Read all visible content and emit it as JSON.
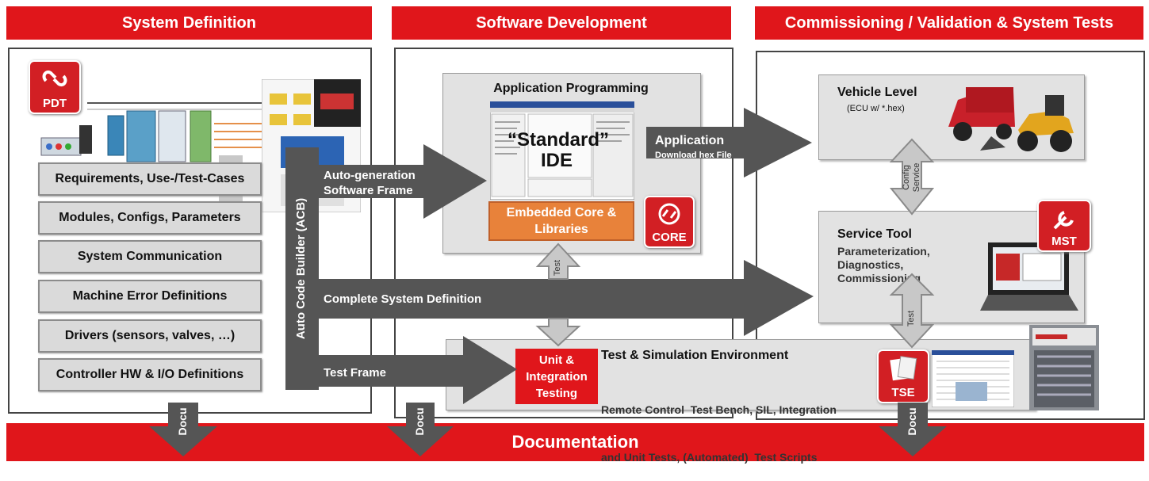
{
  "headers": {
    "system_definition": "System Definition",
    "software_development": "Software Development",
    "commissioning": "Commissioning / Validation & System Tests",
    "documentation": "Documentation"
  },
  "system_rows": [
    "Requirements, Use-/Test-Cases",
    "Modules, Configs, Parameters",
    "System Communication",
    "Machine Error Definitions",
    "Drivers (sensors, valves, …)",
    "Controller HW & I/O Definitions"
  ],
  "badges": {
    "pdt": "PDT",
    "core": "CORE",
    "mst": "MST",
    "tse": "TSE"
  },
  "acb_label": "Auto Code Builder (ACB)",
  "app_programming": {
    "title": "Application Programming",
    "ide_line1": "“Standard”",
    "ide_line2": "IDE",
    "core_box_line1": "Embedded Core &",
    "core_box_line2": "Libraries"
  },
  "arrows": {
    "auto_gen_line1": "Auto-generation",
    "auto_gen_line2": "Software Frame",
    "application_title": "Application",
    "application_sub": "Download hex File",
    "complete_def": "Complete System Definition",
    "test_frame": "Test Frame",
    "test": "Test",
    "test2": "Test",
    "config_service_line1": "Config",
    "config_service_line2": "Service",
    "docu": "Docu"
  },
  "vehicle": {
    "title": "Vehicle Level",
    "sub": "(ECU w/ *.hex)"
  },
  "service_tool": {
    "title": "Service Tool",
    "line1": "Parameterization,",
    "line2": "Diagnostics,",
    "line3": "Commissioning"
  },
  "unit_testing": {
    "line1": "Unit &",
    "line2": "Integration",
    "line3": "Testing"
  },
  "tse": {
    "title": "Test & Simulation Environment",
    "line1": "Remote Control  Test Bench, SIL, Integration",
    "line2": "and Unit Tests, (Automated)  Test Scripts"
  },
  "colors": {
    "red": "#e0161b",
    "arrow": "#555555",
    "box": "#e2e2e2",
    "orange": "#e8823a"
  }
}
